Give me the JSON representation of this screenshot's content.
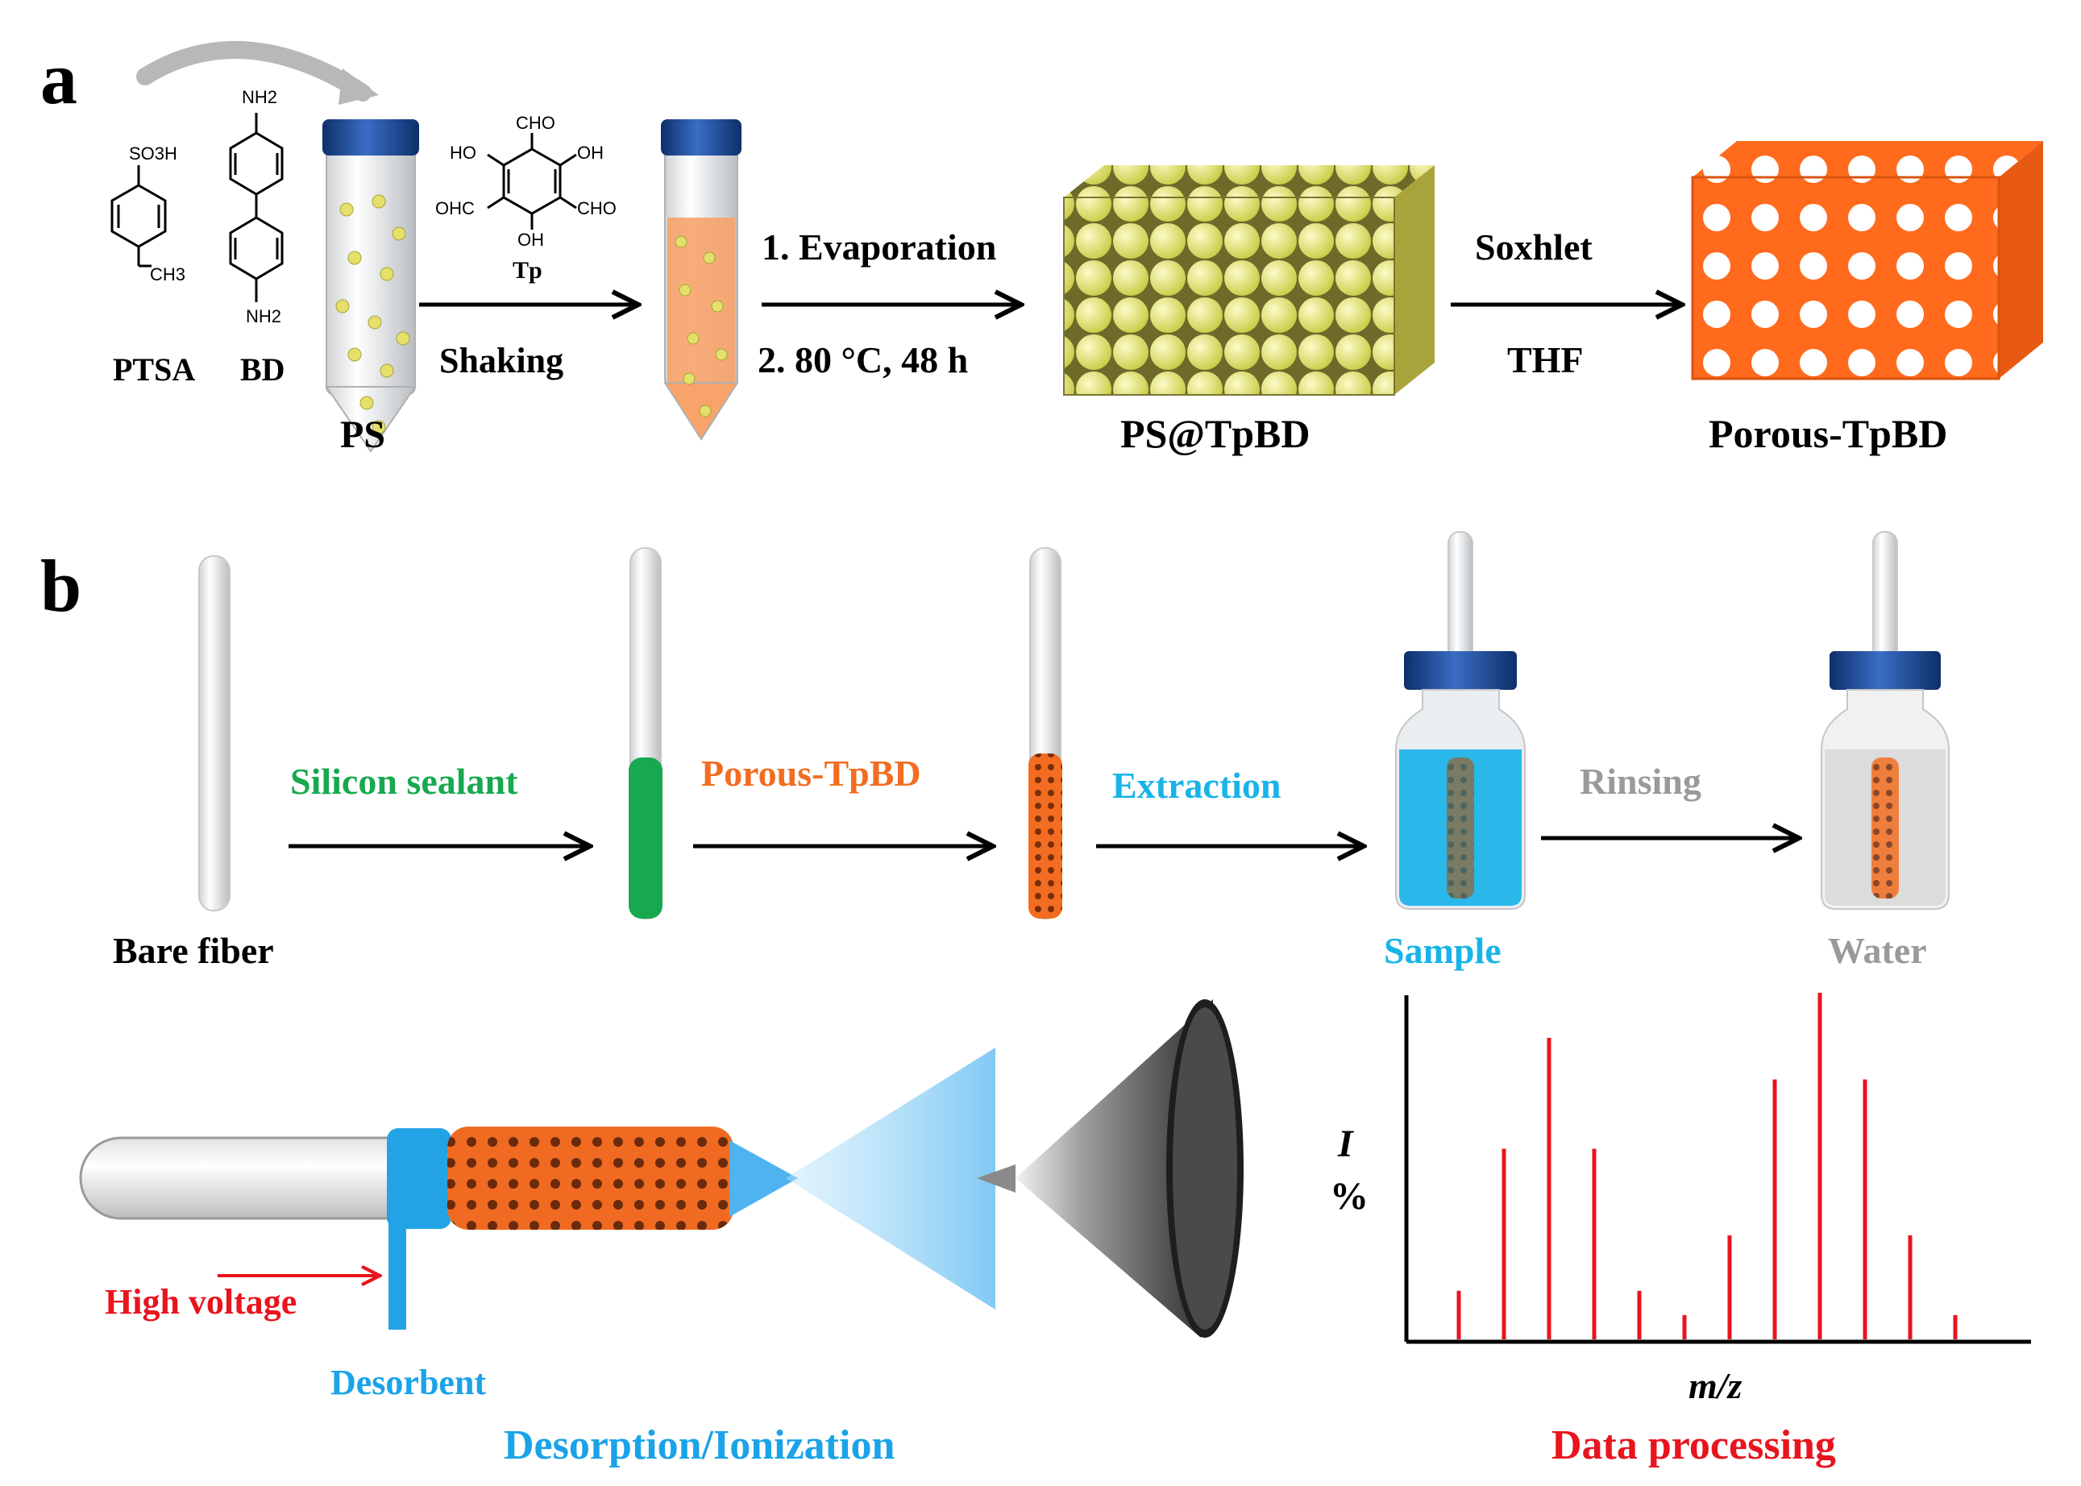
{
  "panel_a": {
    "letter": "a",
    "chem": {
      "so3h": "SO3H",
      "ch3": "CH3",
      "nh2_top": "NH2",
      "nh2_bottom": "NH2",
      "cho_top": "CHO",
      "ho_left": "HO",
      "oh_right": "OH",
      "ohc_left": "OHC",
      "cho_right": "CHO",
      "oh_bottom": "OH",
      "tp": "Tp"
    },
    "labels": {
      "ptsa": "PTSA",
      "bd": "BD",
      "ps": "PS",
      "shaking": "Shaking",
      "evaporation": "1. Evaporation",
      "heating": "2. 80 °C, 48 h",
      "ps_tpbd": "PS@TpBD",
      "soxhlet": "Soxhlet",
      "thf": "THF",
      "porous_tpbd": "Porous-TpBD"
    }
  },
  "panel_b": {
    "letter": "b",
    "labels": {
      "silicon_sealant": "Silicon sealant",
      "porous_tpbd": "Porous-TpBD",
      "extraction": "Extraction",
      "rinsing": "Rinsing",
      "bare_fiber": "Bare fiber",
      "sample": "Sample",
      "water": "Water",
      "high_voltage": "High voltage",
      "desorbent": "Desorbent",
      "desorption_ionization": "Desorption/Ionization",
      "y_label_1": "I",
      "y_label_2": "%",
      "x_label": "m/z",
      "data_processing": "Data processing"
    },
    "spectrum_peaks": [
      0.14,
      0.55,
      0.87,
      0.55,
      0.14,
      0.07,
      0.3,
      0.75,
      1.0,
      0.75,
      0.3,
      0.07
    ],
    "colors": {
      "green": "#18a84f",
      "orange": "#f26d21",
      "cyan": "#18b4e8",
      "gray": "#9a9a9a",
      "red": "#e8141e",
      "blue_text": "#1aa3e8",
      "cap_blue": "#1d3e8f"
    }
  }
}
